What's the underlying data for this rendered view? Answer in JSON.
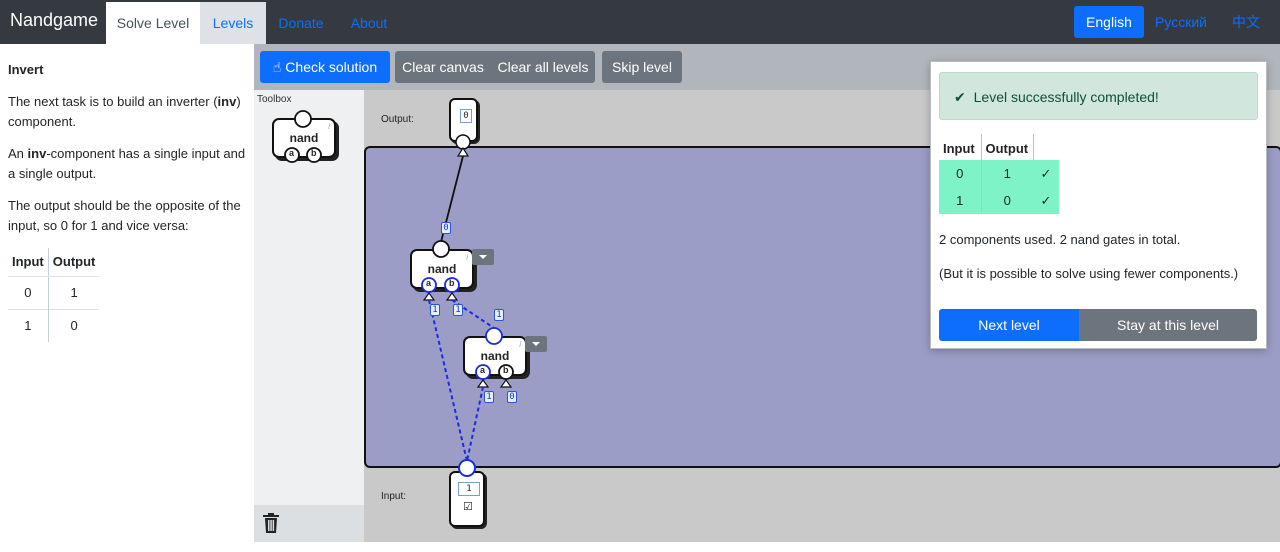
{
  "nav": {
    "brand": "Nandgame",
    "tabs": [
      "Solve Level",
      "Levels",
      "Donate",
      "About"
    ],
    "languages": [
      "English",
      "Русский",
      "中文"
    ]
  },
  "description": {
    "title": "Invert",
    "p1_pre": "The next task is to build an inverter (",
    "p1_bold": "inv",
    "p1_post": ") component.",
    "p2_pre": "An ",
    "p2_bold": "inv",
    "p2_post": "-component has a single input and a single output.",
    "p3": "The output should be the opposite of the input, so 0 for 1 and vice versa:",
    "table": {
      "headers": [
        "Input",
        "Output"
      ],
      "rows": [
        [
          "0",
          "1"
        ],
        [
          "1",
          "0"
        ]
      ]
    }
  },
  "toolbar": {
    "check": "Check solution",
    "clear_canvas": "Clear canvas",
    "clear_all": "Clear all levels",
    "skip": "Skip level"
  },
  "toolbox": {
    "label": "Toolbox",
    "gate_name": "nand",
    "pin_a": "a",
    "pin_b": "b"
  },
  "canvas": {
    "output_label": "Output:",
    "input_label": "Input:",
    "output_value": "0",
    "input_value": "1",
    "input_checkbox": "☑",
    "gate_name": "nand",
    "pin_a": "a",
    "pin_b": "b",
    "info": "i",
    "wire_tags": {
      "gate1_out": "0",
      "gate1_a": "1",
      "gate1_b": "1",
      "gate2_out": "1",
      "gate2_a": "1",
      "gate2_b": "0"
    }
  },
  "modal": {
    "alert": "Level successfully completed!",
    "table": {
      "headers": [
        "Input",
        "Output"
      ],
      "rows": [
        [
          "0",
          "1",
          "✓"
        ],
        [
          "1",
          "0",
          "✓"
        ]
      ]
    },
    "stats": "2 components used. 2 nand gates in total.",
    "hint": "(But it is possible to solve using fewer components.)",
    "next": "Next level",
    "stay": "Stay at this level"
  },
  "colors": {
    "accent": "#0d6efd",
    "workspace": "#9b9dc7",
    "success_row": "#7ff3c8",
    "wire": "#1a2be0"
  }
}
